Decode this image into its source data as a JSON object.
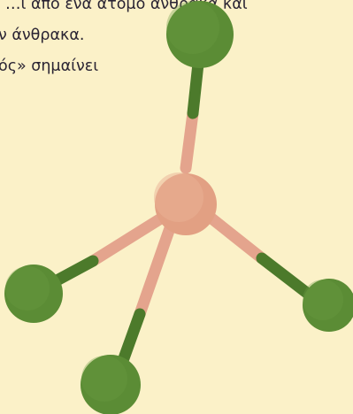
{
  "text": {
    "line1": "…ι από ένα ατομο ανθρακα και",
    "line2": "ν άνθρακα.",
    "line3": "ός» σημαίνει"
  },
  "illustration": {
    "center_atom": "central-atom",
    "outer_atoms": [
      "top-atom",
      "left-atom",
      "bottom-atom",
      "right-atom"
    ],
    "colors": {
      "background": "#fbf1c8",
      "center_atom": "#e2a083",
      "bond_light": "#e4a48d",
      "bond_dark": "#4c7a2b",
      "outer_atom": "#5b8c35",
      "outer_atom_dark": "#3f6b23",
      "text": "#2a2433"
    }
  }
}
